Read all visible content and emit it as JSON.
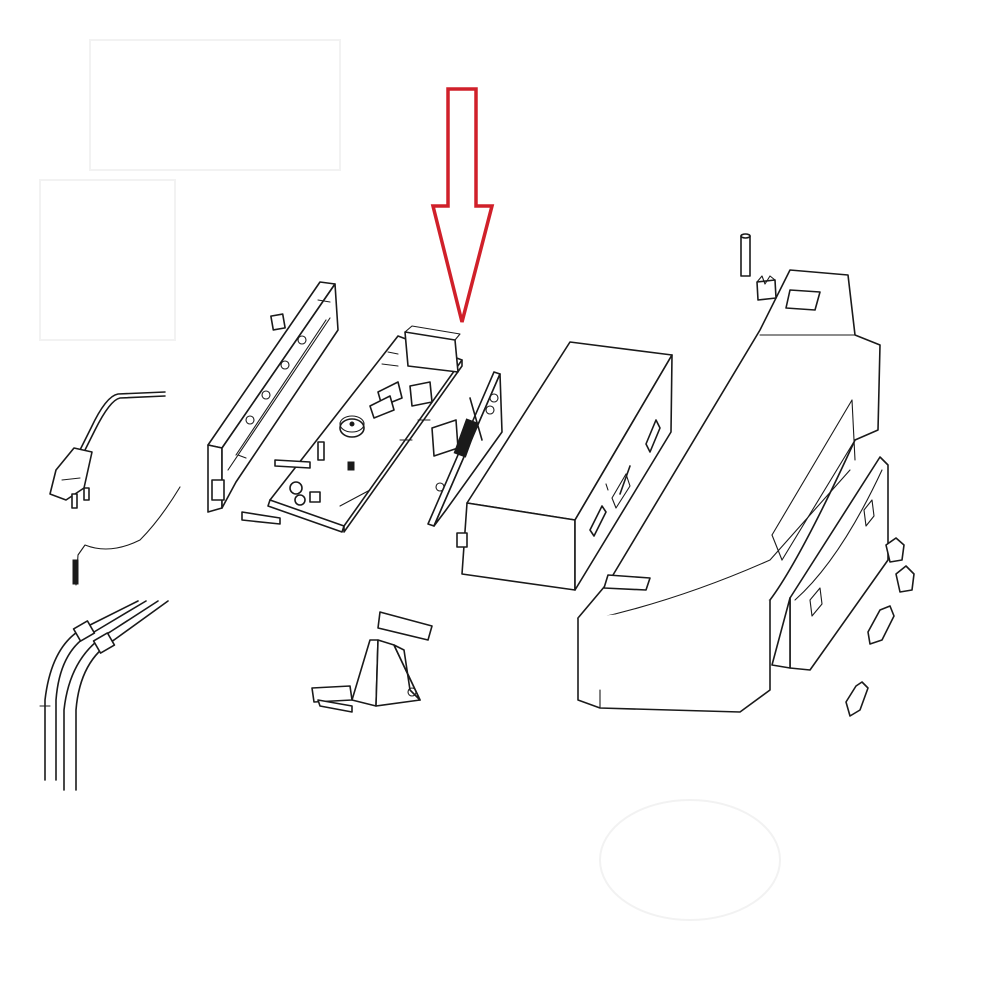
{
  "diagram": {
    "type": "exploded-parts-diagram",
    "background_color": "#ffffff",
    "line_color": "#1a1a1a",
    "highlight": {
      "shape": "down-arrow-outline",
      "color": "#d0202a",
      "points_to": "control-pcb"
    },
    "parts": [
      {
        "id": "front-panel-bracket",
        "label": "Control panel frame"
      },
      {
        "id": "control-pcb",
        "label": "Main control board (PCB)"
      },
      {
        "id": "display-pcb",
        "label": "Display board"
      },
      {
        "id": "pcb-housing",
        "label": "Electronics housing box"
      },
      {
        "id": "top-cover",
        "label": "Curved top cover"
      },
      {
        "id": "side-panel",
        "label": "Front side panel"
      },
      {
        "id": "spacer-tube",
        "label": "Spacer tube"
      },
      {
        "id": "clip",
        "label": "Clip"
      },
      {
        "id": "buttons",
        "label": "Push buttons"
      },
      {
        "id": "power-plug",
        "label": "Power cord with plug"
      },
      {
        "id": "sensor-probe",
        "label": "Temperature sensor probe"
      },
      {
        "id": "hoses",
        "label": "Hoses / tubes"
      },
      {
        "id": "mount-bracket",
        "label": "Mounting bracket"
      }
    ]
  }
}
